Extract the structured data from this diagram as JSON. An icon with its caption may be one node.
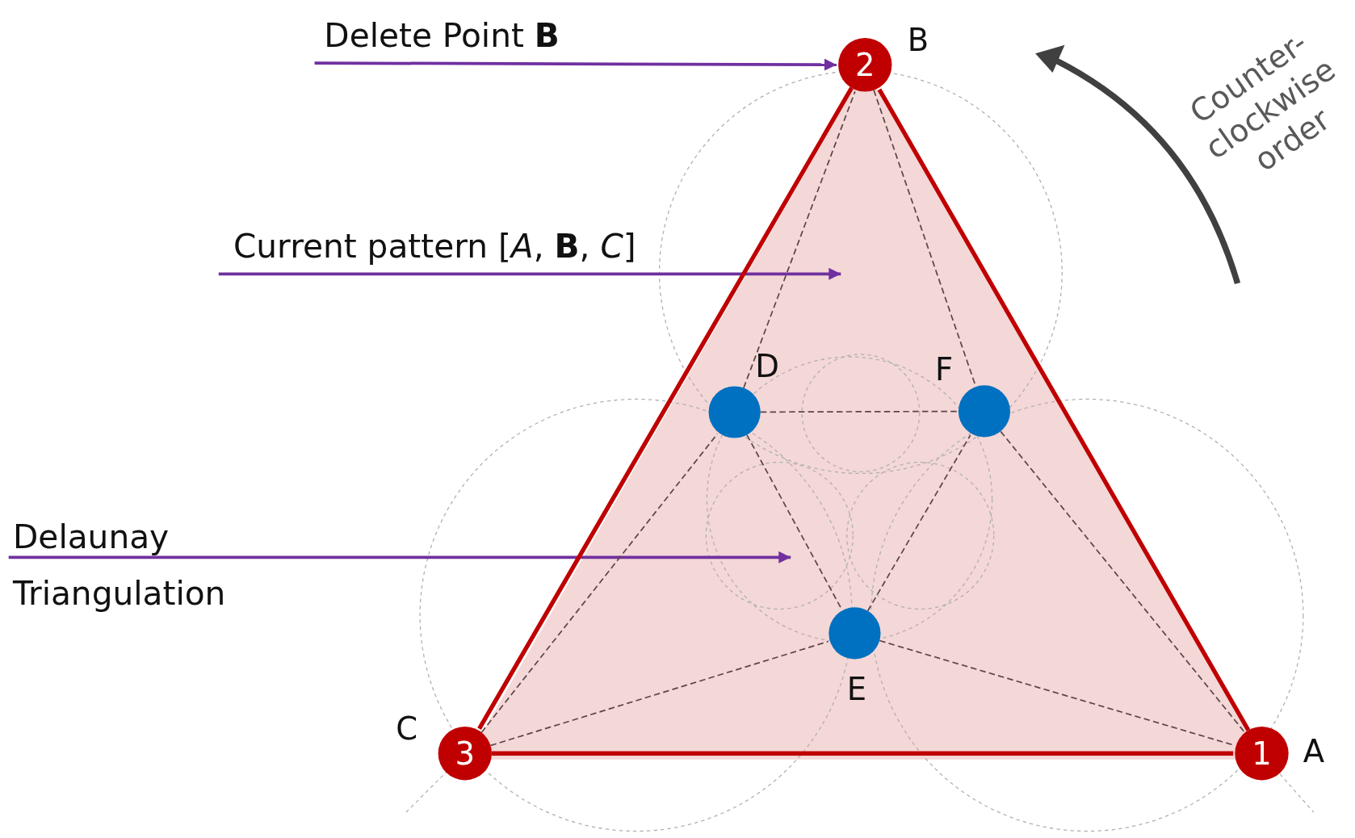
{
  "diagram": {
    "nodes": [
      {
        "text": [
          "Delete Point **B**"
        ]
      },
      {
        "text": [
          "2"
        ],
        "beside": [
          "B"
        ]
      },
      {
        "text": [
          "Current pattern [*A*, **B**, *C*]"
        ]
      },
      {
        "text": [],
        "shape": "circle",
        "beside": [
          "D"
        ]
      },
      {
        "text": [],
        "shape": "circle",
        "beside": [
          "F"
        ]
      },
      {
        "text": [
          "Delaunay Triangulation"
        ]
      },
      {
        "text": [],
        "shape": "circle",
        "beside": [
          "E"
        ]
      },
      {
        "text": [
          "3"
        ],
        "beside": [
          "C"
        ]
      },
      {
        "text": [
          "1"
        ],
        "beside": [
          "A"
        ]
      }
    ],
    "edges": [
      {
        "from": 0,
        "to": 1,
        "arrow": "to",
        "color": "#7030a0"
      },
      {
        "from": 2,
        "to": null,
        "arrow": "to",
        "color": "#7030a0"
      },
      {
        "from": 5,
        "to": null,
        "arrow": "to",
        "color": "#7030a0"
      },
      {
        "from": 1,
        "to": 7,
        "arrow": "none",
        "style": "thick",
        "color": "#c00000"
      },
      {
        "from": 7,
        "to": 8,
        "arrow": "none",
        "style": "thick",
        "color": "#c00000"
      },
      {
        "from": 8,
        "to": 1,
        "arrow": "none",
        "style": "thick",
        "color": "#c00000"
      },
      {
        "from": 7,
        "to": 3,
        "arrow": "none",
        "style": "dashed"
      },
      {
        "from": 3,
        "to": 1,
        "arrow": "none",
        "style": "dashed"
      },
      {
        "from": 1,
        "to": 4,
        "arrow": "none",
        "style": "dashed"
      },
      {
        "from": 4,
        "to": 8,
        "arrow": "none",
        "style": "dashed"
      },
      {
        "from": 3,
        "to": 4,
        "arrow": "none",
        "style": "dashed"
      },
      {
        "from": 3,
        "to": 6,
        "arrow": "none",
        "style": "dashed"
      },
      {
        "from": 6,
        "to": 4,
        "arrow": "none",
        "style": "dashed"
      },
      {
        "from": 7,
        "to": 6,
        "arrow": "none",
        "style": "dashed"
      },
      {
        "from": 6,
        "to": 8,
        "arrow": "none",
        "style": "dashed"
      }
    ],
    "labels": [
      "Counter-clockwise order"
    ]
  }
}
